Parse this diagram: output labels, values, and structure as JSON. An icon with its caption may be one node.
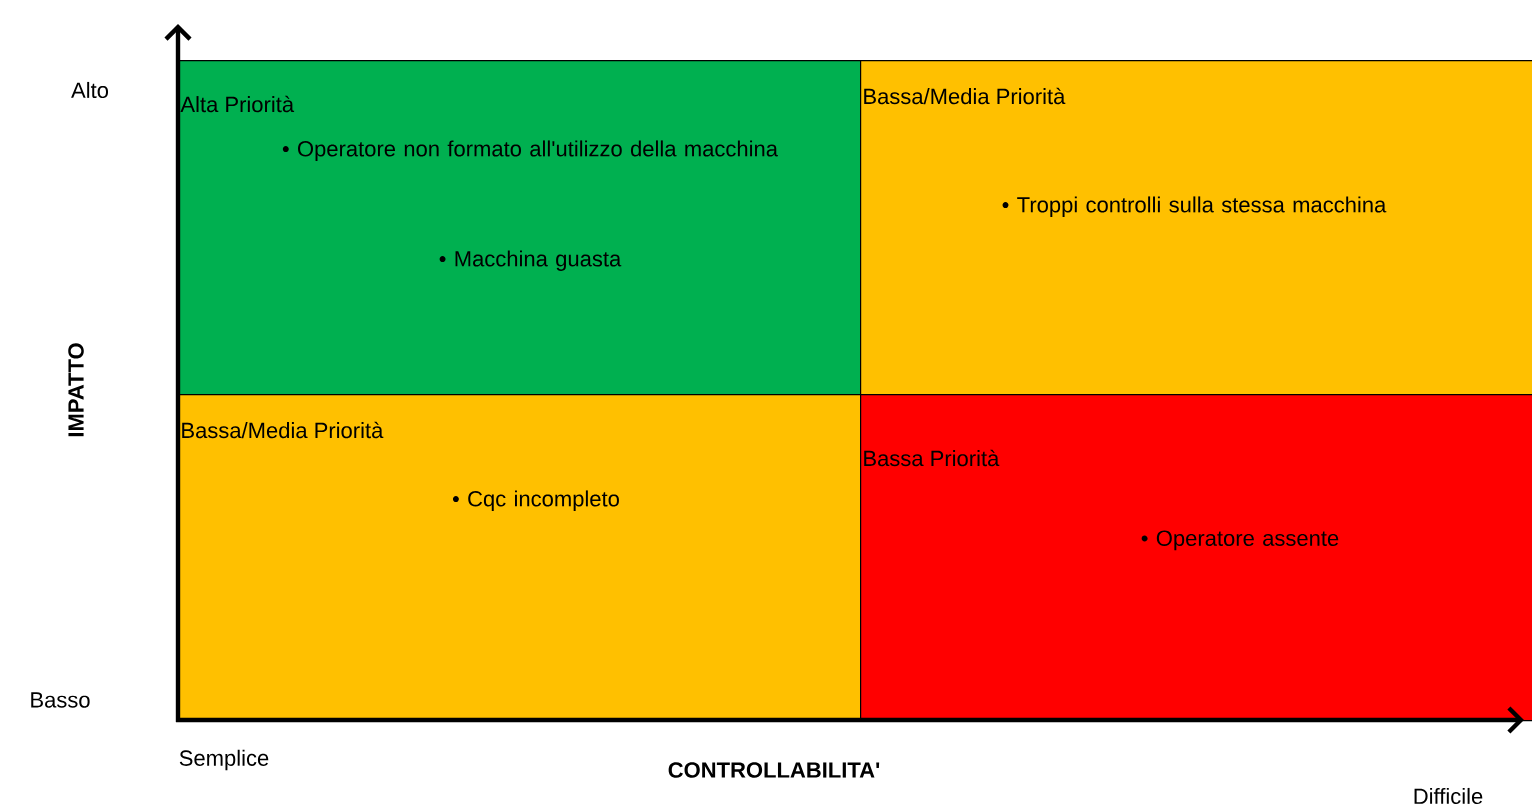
{
  "diagram": {
    "nodes": [
      {
        "text": [
          "Alta Priorità",
          "• Operatore non formato all'utilizzo della macchina",
          "• Macchina guasta"
        ]
      },
      {
        "text": [
          "Bassa/Media Priorità",
          "• Troppi controlli sulla stessa macchina"
        ]
      },
      {
        "text": [
          "Bassa/Media Priorità",
          "• Cqc incompleto"
        ]
      },
      {
        "text": [
          "Bassa Priorità",
          "• Operatore assente"
        ]
      }
    ],
    "labels": [
      "Alto",
      "IMPATTO",
      "Basso",
      "Semplice",
      "CONTROLLABILITA'",
      "Difficile"
    ]
  }
}
